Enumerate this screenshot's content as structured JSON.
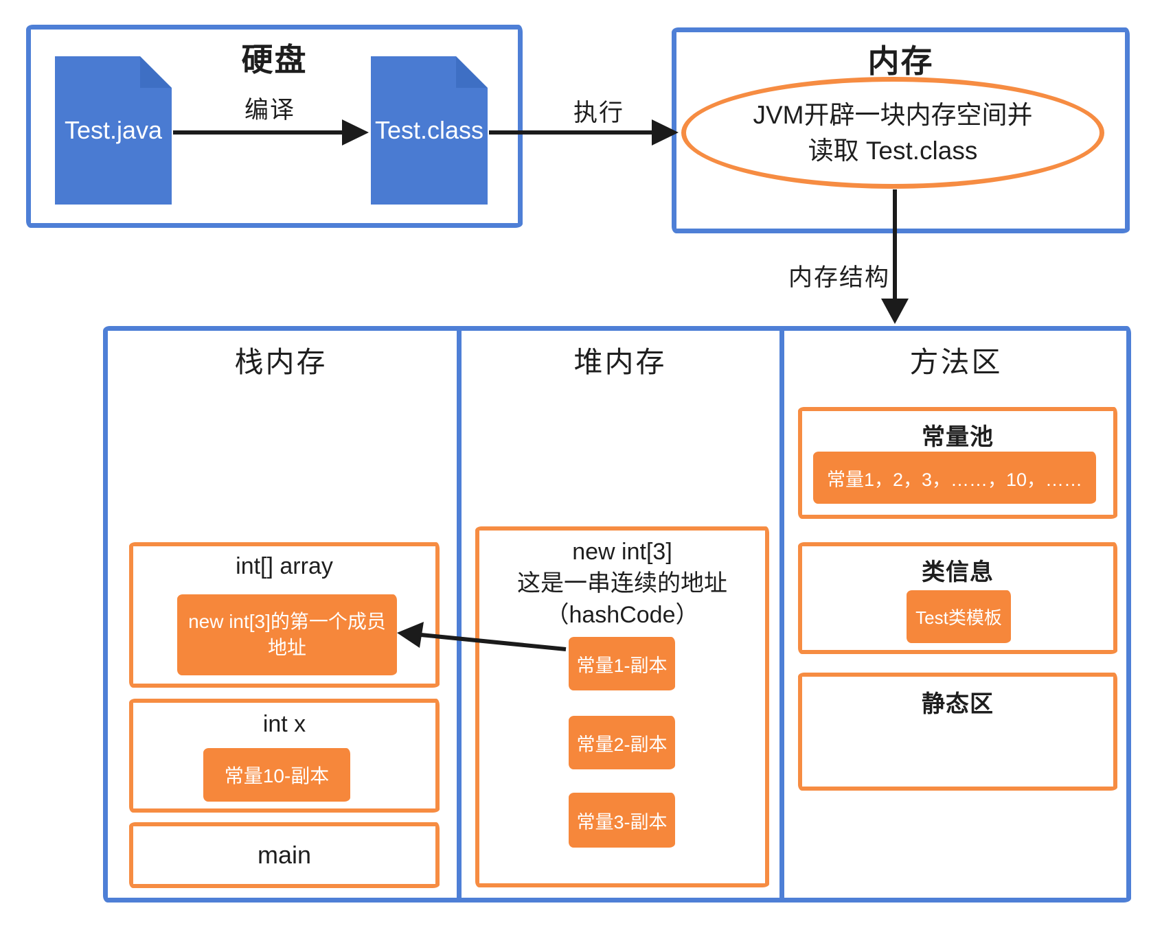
{
  "colors": {
    "blue": "#4E7FD6",
    "blue_fill": "#4A7BD2",
    "orange": "#F68C42",
    "orange_fill": "#F6873B",
    "arrow_black": "#1B1B1B",
    "text": "#1E1E1E"
  },
  "disk": {
    "title": "硬盘",
    "file_java": "Test.java",
    "file_class": "Test.class"
  },
  "arrows": {
    "compile": "编译",
    "execute": "执行",
    "memory_structure": "内存结构"
  },
  "memory": {
    "title": "内存",
    "ellipse_line1": "JVM开辟一块内存空间并",
    "ellipse_line2": "读取 Test.class"
  },
  "stack": {
    "title": "栈内存",
    "frames": [
      {
        "label": "int[] array",
        "value": "new int[3]的第一个成员地址"
      },
      {
        "label": "int x",
        "value": "常量10-副本"
      },
      {
        "label": "main"
      }
    ]
  },
  "heap": {
    "title": "堆内存",
    "caption_line1": "new int[3]",
    "caption_line2": "这是一串连续的地址",
    "caption_line3": "（hashCode）",
    "copies": [
      "常量1-副本",
      "常量2-副本",
      "常量3-副本"
    ]
  },
  "method_area": {
    "title": "方法区",
    "const_pool": {
      "label": "常量池",
      "value": "常量1，2，3，……，10，……"
    },
    "class_info": {
      "label": "类信息",
      "value": "Test类模板"
    },
    "static_area": {
      "label": "静态区"
    }
  }
}
